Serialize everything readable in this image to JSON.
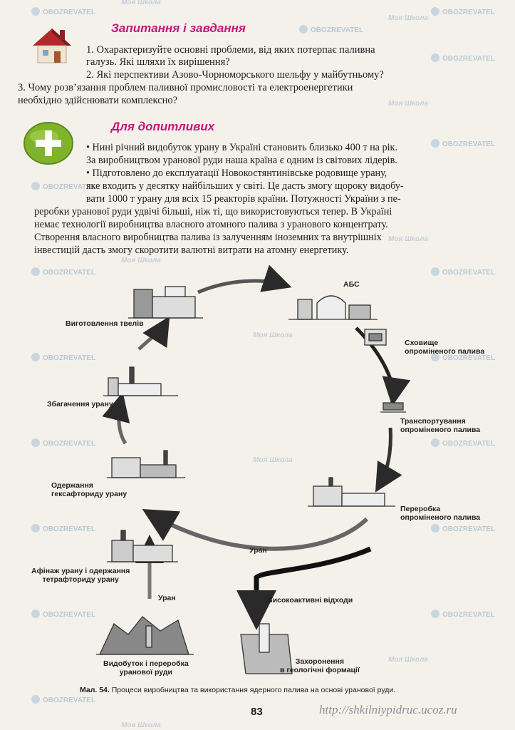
{
  "watermark": {
    "school": "Моя Школа",
    "obozrevatel": "OBOZREVATEL"
  },
  "questions_section": {
    "title": "Запитання і завдання",
    "lines": [
      "1. Охарактеризуйте основні проблеми, від яких потерпає паливна",
      "галузь. Які шляхи їх вирішення?",
      "2. Які перспективи Азово-Чорноморського шельфу у майбутньому?",
      "3. Чому розв’язання проблем паливної промисловості та електроенергетики",
      "необхідно здійснювати комплексно?"
    ]
  },
  "curious_section": {
    "title": "Для допитливих",
    "lines": [
      "• Нині річний видобуток урану в Україні становить близько 400 т на рік.",
      "За виробництвом уранової руди наша країна є одним із світових лідерів.",
      "• Підготовлено до експлуатації Новокостянтинівське родовище урану,",
      "яке входить у десятку найбільших у світі. Це дасть змогу щороку видобу-",
      "вати 1000 т урану для всіх 15 реакторів країни. Потужності України з пе-",
      "реробки уранової руди удвічі більші, ніж ті, що використовуються тепер. В Україні",
      "немає технології виробництва власного атомного палива з уранового концентрату.",
      "Створення власного виробництва палива із залученням іноземних та внутрішніх",
      "інвестицій дасть змогу скоротити валютні витрати на атомну енергетику."
    ]
  },
  "diagram": {
    "labels": {
      "npp": "АБС",
      "fuel": "Виготовлення твелів",
      "storage_1": "Сховище",
      "storage_2": "опроміненого палива",
      "transport_1": "Транспортування",
      "transport_2": "опроміненого палива",
      "enrich": "Збагачення урану",
      "hexa_1": "Одержання",
      "hexa_2": "гексафториду урану",
      "reproc_1": "Переробка",
      "reproc_2": "опроміненого палива",
      "uranium_return": "Уран",
      "refine_1": "Афінаж урану і одержання",
      "refine_2": "тетрафториду урану",
      "uranium_up": "Уран",
      "hlw": "Високоактивні відходи",
      "mining_1": "Видобуток і переробка",
      "mining_2": "уранової руди",
      "burial_1": "Захоронення",
      "burial_2": "в геологічні формації"
    }
  },
  "caption": {
    "prefix": "Мал. 54.",
    "text": "Процеси виробництва та використання ядерного палива на основі уранової руди."
  },
  "footer": {
    "page_number": "83",
    "url": "http://shkilniypidruc.ucoz.ru"
  },
  "colors": {
    "heading": "#c2187a",
    "icon_green": "#7fb32a",
    "icon_red": "#b3282d"
  }
}
